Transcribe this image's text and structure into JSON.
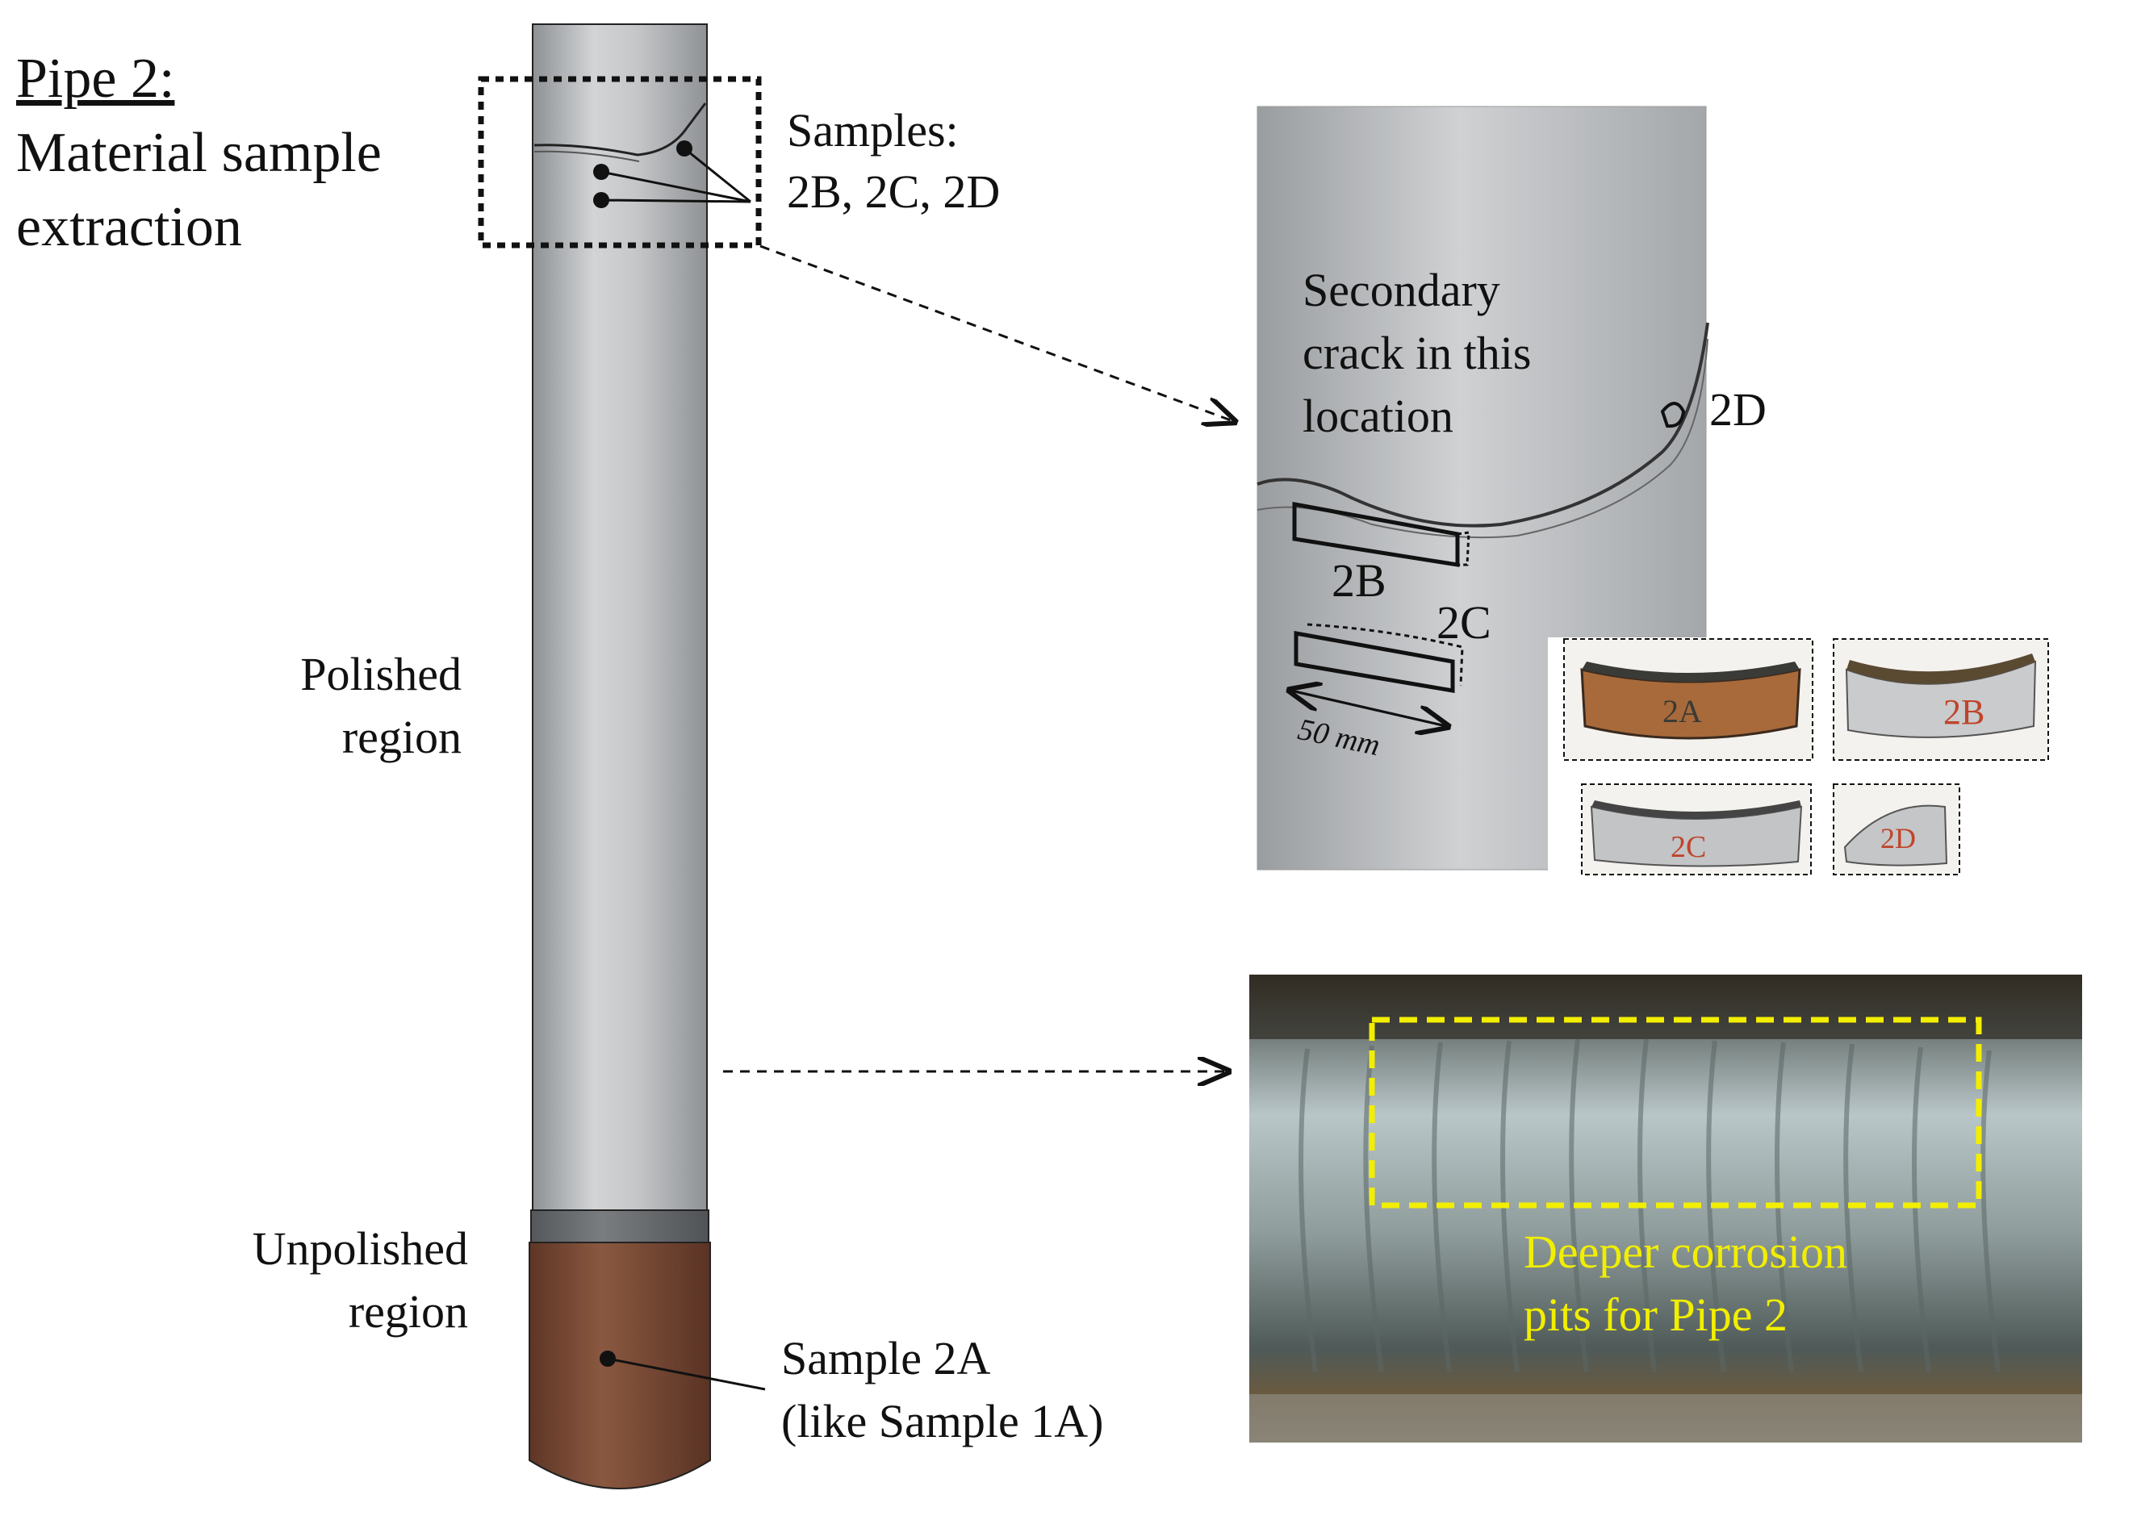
{
  "title": {
    "line1": "Pipe 2:",
    "line2": "Material sample",
    "line3": "extraction"
  },
  "samples_callout": {
    "line1": "Samples:",
    "line2": "2B, 2C, 2D"
  },
  "regions": {
    "polished": {
      "line1": "Polished",
      "line2": "region"
    },
    "unpolished": {
      "line1": "Unpolished",
      "line2": "region"
    }
  },
  "sample_2a_callout": {
    "line1": "Sample 2A",
    "line2": "(like Sample 1A)"
  },
  "detail": {
    "crack_note": {
      "line1": "Secondary",
      "line2": "crack in this",
      "line3": "location"
    },
    "label_2d": "2D",
    "label_2b": "2B",
    "label_2c": "2C",
    "dimension": "50 mm"
  },
  "photos": {
    "p2a": "2A",
    "p2b": "2B",
    "p2c": "2C",
    "p2d": "2D"
  },
  "corrosion_note": {
    "line1": "Deeper corrosion",
    "line2": "pits for Pipe 2"
  },
  "colors": {
    "pipe_steel": "#b9bcbf",
    "unpolished_rust": "#7a4a35",
    "band": "#6b6e71",
    "highlight": "#f2ee00"
  }
}
